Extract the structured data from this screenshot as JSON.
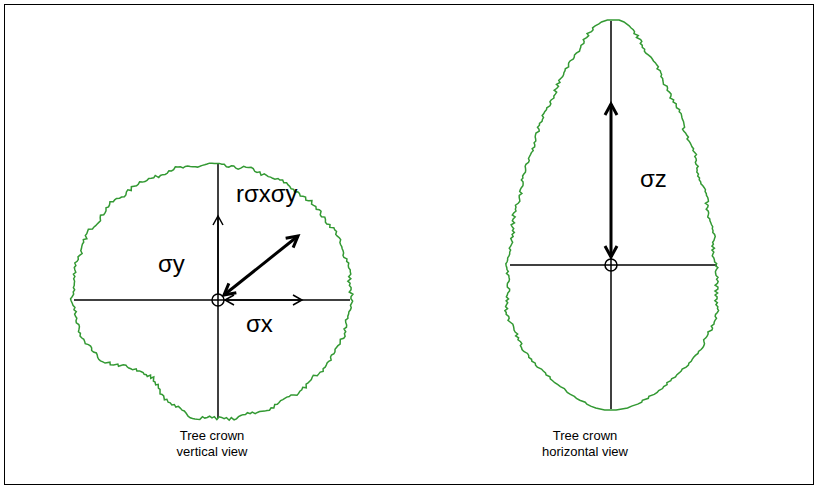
{
  "diagram": {
    "nodes": [
      {
        "text": [
          "Tree crown vertical view"
        ]
      },
      {
        "text": [
          "Tree crown horizontal view"
        ]
      }
    ],
    "labels": [
      "σy",
      "rσxσy",
      "σx",
      "σz"
    ]
  }
}
